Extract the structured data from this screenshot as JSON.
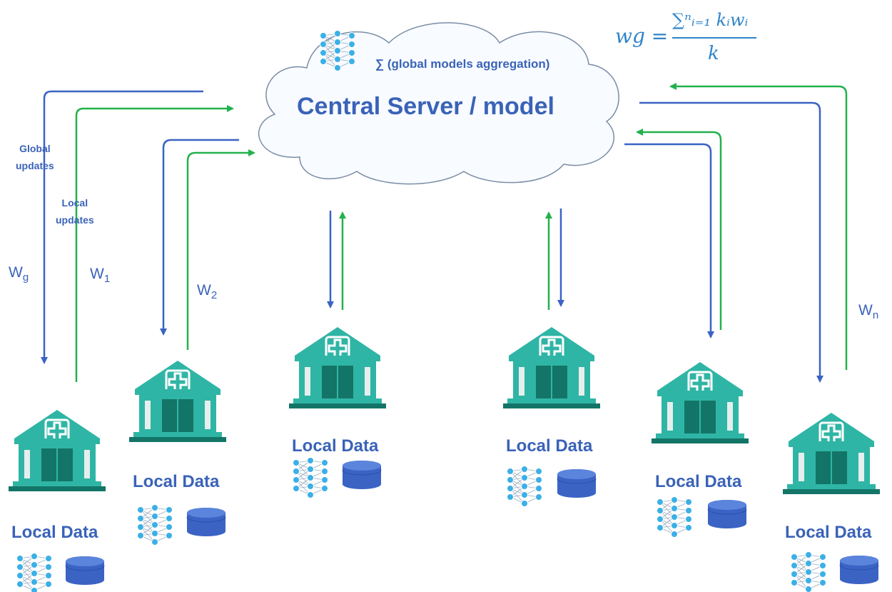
{
  "server": {
    "title": "Central Server / model",
    "aggregation_label": "∑ (global models aggregation)"
  },
  "formula": {
    "lhs": "wg =",
    "numerator": "∑ⁿᵢ₌₁ kᵢwᵢ",
    "denominator": "k"
  },
  "labels": {
    "global_updates": [
      "Global",
      "updates"
    ],
    "local_updates": [
      "Local",
      "updates"
    ],
    "weights": [
      {
        "base": "W",
        "sub": "g"
      },
      {
        "base": "W",
        "sub": "1"
      },
      {
        "base": "W",
        "sub": "2"
      },
      {
        "base": "W",
        "sub": "n"
      }
    ]
  },
  "clients": [
    {
      "label": "Local Data"
    },
    {
      "label": "Local Data"
    },
    {
      "label": "Local Data"
    },
    {
      "label": "Local Data"
    },
    {
      "label": "Local Data"
    },
    {
      "label": "Local Data"
    }
  ],
  "colors": {
    "global_arrow": "#3a63c4",
    "local_arrow": "#22b14c",
    "hospital": "#2fb5a5",
    "hospital_dark": "#137567",
    "database": "#3a63c4",
    "neural_net": "#3bb0e6",
    "text": "#3a63b8",
    "cloud_outline": "#7a8da6",
    "cloud_fill": "#f8fbff"
  },
  "icons": [
    "cloud-icon",
    "neural-network-icon",
    "hospital-icon",
    "database-icon"
  ]
}
